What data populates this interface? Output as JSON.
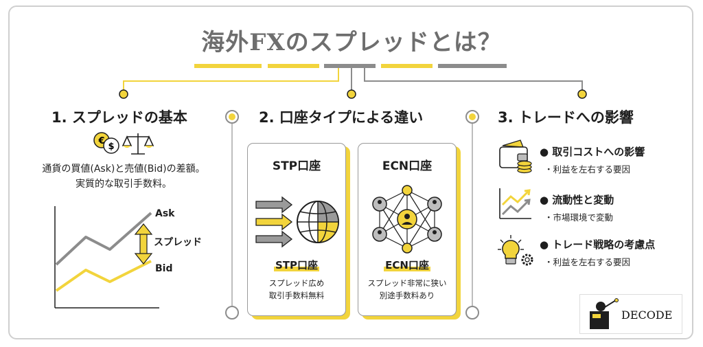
{
  "title": "海外FXのスプレッドとは？",
  "section1": {
    "heading": "1. スプレッドの基本",
    "desc_line1": "通貨の買値(Ask)と売値(Bid)の差額。",
    "desc_line2": "実質的な取引手数料。",
    "chart": {
      "ask_label": "Ask",
      "bid_label": "Bid",
      "spread_label": "スプレッド"
    }
  },
  "section2": {
    "heading": "2. 口座タイプによる違い",
    "cards": [
      {
        "title": "STP口座",
        "label": "STP口座",
        "desc1": "スプレッド広め",
        "desc2": "取引手数料無料"
      },
      {
        "title": "ECN口座",
        "label": "ECN口座",
        "desc1": "スプレッド非常に狭い",
        "desc2": "別途手数料あり"
      }
    ]
  },
  "section3": {
    "heading": "3. トレードへの影響",
    "items": [
      {
        "head": "● 取引コストへの影響",
        "sub": "・利益を左右する要因"
      },
      {
        "head": "● 流動性と変動",
        "sub": "・市場環境で変動"
      },
      {
        "head": "● トレード戦略の考慮点",
        "sub": "・利益を左右する要因"
      }
    ]
  },
  "logo": {
    "text": "DECODE"
  },
  "colors": {
    "accent": "#f2d43c",
    "gray": "#8c8c8c",
    "dark": "#1e1e1e"
  }
}
